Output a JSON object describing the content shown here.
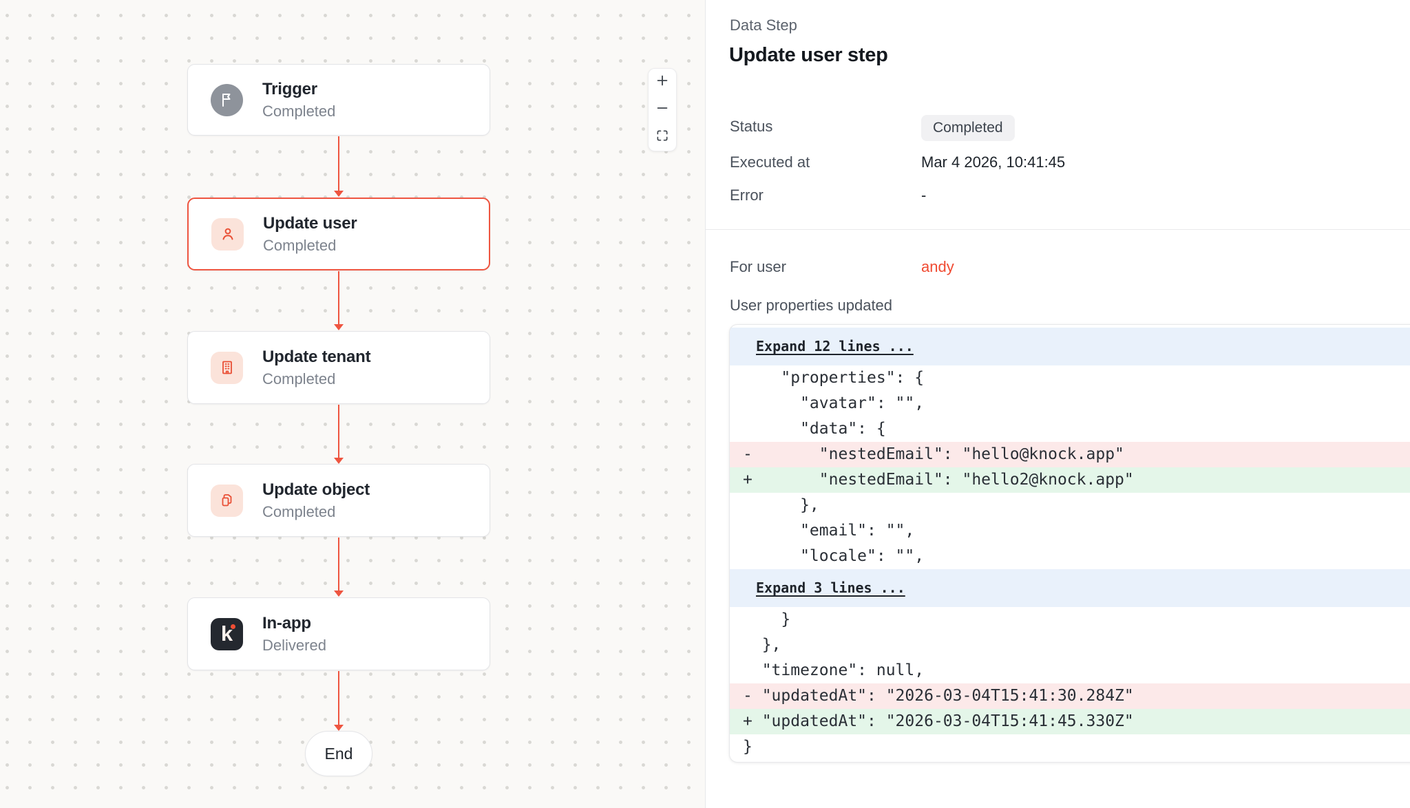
{
  "canvas": {
    "nodes": [
      {
        "title": "Trigger",
        "status": "Completed",
        "icon": "flag-icon"
      },
      {
        "title": "Update user",
        "status": "Completed",
        "icon": "user-icon",
        "selected": true
      },
      {
        "title": "Update tenant",
        "status": "Completed",
        "icon": "building-icon"
      },
      {
        "title": "Update object",
        "status": "Completed",
        "icon": "copy-icon"
      },
      {
        "title": "In-app",
        "status": "Delivered",
        "icon": "knock-logo"
      }
    ],
    "end_label": "End",
    "zoom_controls": {
      "zoom_in": "plus-icon",
      "zoom_out": "minus-icon",
      "fit_view": "fit-view-icon"
    }
  },
  "panel": {
    "eyebrow": "Data Step",
    "title": "Update user step",
    "rows": [
      {
        "label": "Status",
        "value": "Completed",
        "style": "badge"
      },
      {
        "label": "Executed at",
        "value": "Mar 4 2026, 10:41:45"
      },
      {
        "label": "Error",
        "value": "-"
      }
    ],
    "for_user": {
      "label": "For user",
      "value": "andy"
    },
    "section_heading": "User properties updated",
    "diff": {
      "lines": [
        {
          "type": "expand",
          "text": "Expand 12 lines ..."
        },
        {
          "type": "ctx",
          "text": "    \"properties\": {"
        },
        {
          "type": "ctx",
          "text": "      \"avatar\": \"\","
        },
        {
          "type": "ctx",
          "text": "      \"data\": {"
        },
        {
          "type": "del",
          "text": "-       \"nestedEmail\": \"hello@knock.app\""
        },
        {
          "type": "add",
          "text": "+       \"nestedEmail\": \"hello2@knock.app\""
        },
        {
          "type": "ctx",
          "text": "      },"
        },
        {
          "type": "ctx",
          "text": "      \"email\": \"\","
        },
        {
          "type": "ctx",
          "text": "      \"locale\": \"\","
        },
        {
          "type": "expand",
          "text": "Expand 3 lines ..."
        },
        {
          "type": "ctx",
          "text": "    }"
        },
        {
          "type": "ctx",
          "text": "  },"
        },
        {
          "type": "ctx",
          "text": "  \"timezone\": null,"
        },
        {
          "type": "del",
          "text": "- \"updatedAt\": \"2026-03-04T15:41:30.284Z\""
        },
        {
          "type": "add",
          "text": "+ \"updatedAt\": \"2026-03-04T15:41:45.330Z\""
        },
        {
          "type": "ctx",
          "text": "}"
        }
      ]
    }
  },
  "colors": {
    "accent_red": "#ee5540",
    "link_red": "#f04a31",
    "icon_red": "#e94f35",
    "icon_peach_bg": "#fbe3da",
    "knock_dark": "#24282f",
    "diff_del_bg": "#fce9e9",
    "diff_add_bg": "#e4f6e9",
    "diff_expand_bg": "#e9f1fb",
    "canvas_bg": "#faf9f7",
    "badge_bg": "#f1f1f3"
  }
}
